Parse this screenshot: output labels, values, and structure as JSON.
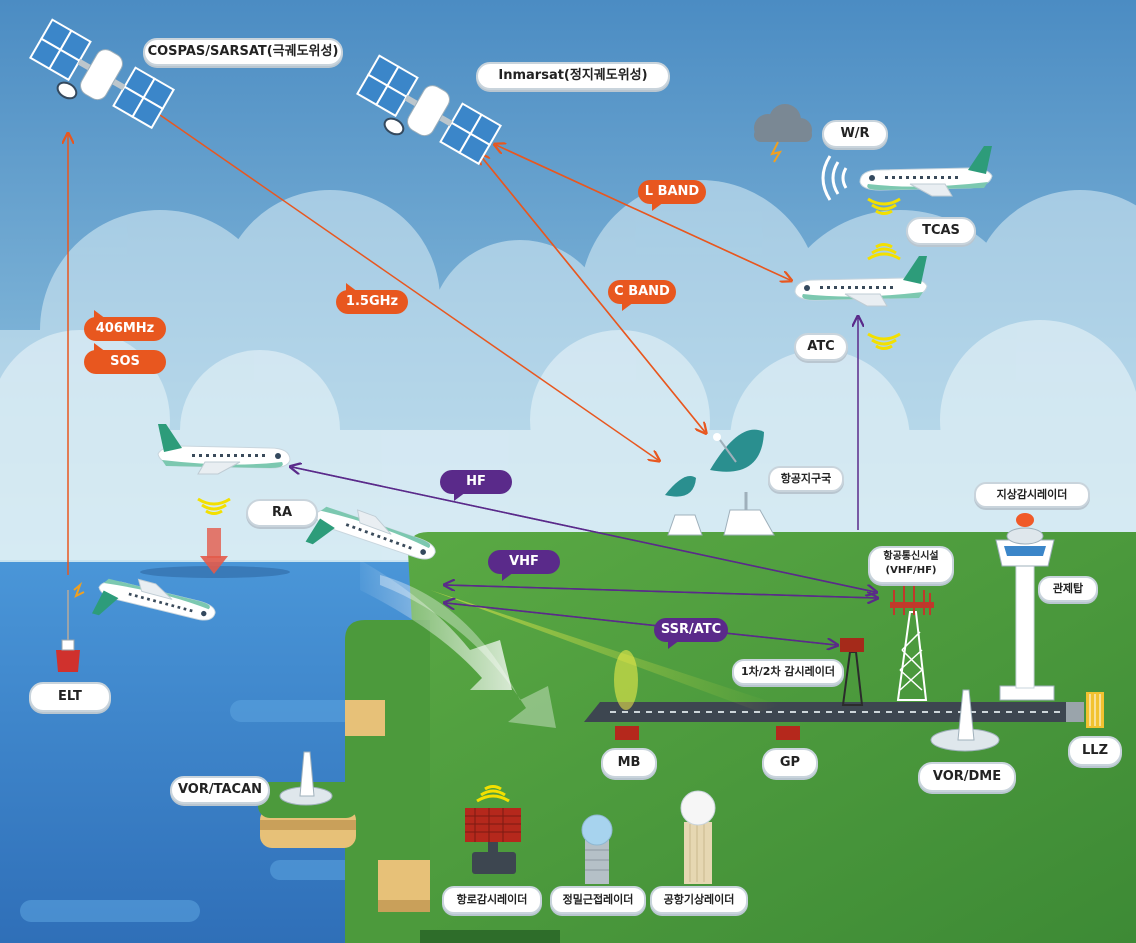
{
  "labels": {
    "cospas": "COSPAS/SARSAT(극궤도위성)",
    "inmarsat": "Inmarsat(정지궤도위성)",
    "wr": "W/R",
    "tcas": "TCAS",
    "atc": "ATC",
    "ra": "RA",
    "elt": "ELT",
    "earth_station": "항공지구국",
    "ground_radar": "지상감시레이더",
    "comm_facility": "항공통신시설",
    "comm_facility_sub": "(VHF/HF)",
    "control_tower": "관제탑",
    "ssr_radar": "1차/2차 감시레이더",
    "vor_tacan": "VOR/TACAN",
    "vor_dme": "VOR/DME",
    "llz": "LLZ",
    "mb": "MB",
    "gp": "GP",
    "route_radar": "항로감시레이더",
    "par": "정밀근접레이더",
    "weather_radar": "공항기상레이더"
  },
  "bubbles": {
    "mhz406": "406MHz",
    "sos": "SOS",
    "ghz15": "1.5GHz",
    "lband": "L BAND",
    "cband": "C BAND",
    "hf": "HF",
    "vhf": "VHF",
    "ssr_atc": "SSR/ATC"
  },
  "colors": {
    "sky": "#6fa9d6",
    "sea": "#3f87cf",
    "land": "#4c9a3c",
    "orange": "#e8571f",
    "purple": "#5a2a8a",
    "yellow_signal": "#f3e000"
  }
}
